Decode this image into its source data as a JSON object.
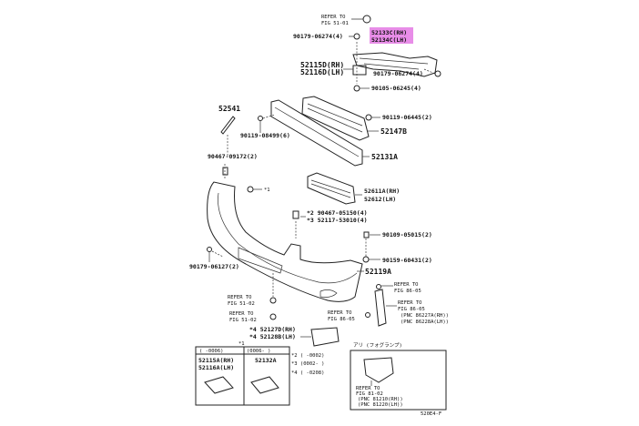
{
  "highlight_color": "#e080e0",
  "labels": {
    "refer_51_01_a": "REFER TO",
    "refer_51_01_b": "FIG 51-01",
    "bolt_90179_a": "90179-06274(4)",
    "p52133c": "52133C(RH)",
    "p52134c": "52134C(LH)",
    "p52115d": "52115D(RH)",
    "p52116d": "52116D(LH)",
    "bolt_90179_b": "90179-06274(4)",
    "bolt_90105": "90105-06245(4)",
    "p52541": "52541",
    "clip_90119_06445": "90119-06445(2)",
    "p52147b": "52147B",
    "clip_90119_08499": "90119-08499(6)",
    "p90467_09172": "90467-09172(2)",
    "p52131a": "52131A",
    "star1_a": "*1",
    "p52611a": "52611A(RH)",
    "p52612": "52612(LH)",
    "p90467_05150": "*2 90467-05150(4)",
    "p52117": "*3 52117-53010(4)",
    "p90109": "90109-05015(2)",
    "p90159": "90159-60431(2)",
    "p90179_06127": "90179-06127(2)",
    "p52119a": "52119A",
    "refer_86_05_a1": "REFER TO",
    "refer_86_05_a2": "FIG 86-05",
    "refer_51_02_a1": "REFER TO",
    "refer_51_02_a2": "FIG 51-02",
    "refer_86_05_b1": "REFER TO",
    "refer_86_05_b2": "FIG 86-05",
    "pnc_86227a": "(PNC 86227A(RH))",
    "pnc_86228a": "(PNC 86228A(LH))",
    "refer_51_02_b1": "REFER TO",
    "refer_51_02_b2": "FIG 51-02",
    "refer_86_05_c1": "REFER TO",
    "refer_86_05_c2": "FIG 86-05",
    "p52127d": "*4 52127D(RH)",
    "p52128b": "*4 52128B(LH)",
    "star1_b": "*1",
    "table_col1": "(  -0006)",
    "table_col2": "(0006-  )",
    "p52115a": "52115A(RH)",
    "p52116a": "52116A(LH)",
    "p52132a": "52132A",
    "note2": "*2 (    -0002)",
    "note3": "*3 (0002-     )",
    "note4": "*4 (    -0208)",
    "fog_title": "アリ (フォグランプ)",
    "fog_refer1": "REFER TO",
    "fog_refer2": "FIG 81-02",
    "pnc_81210": "(PNC 81210(RH))",
    "pnc_81220": "(PNC 81220(LH))",
    "diagram_code": "520E4-F"
  }
}
